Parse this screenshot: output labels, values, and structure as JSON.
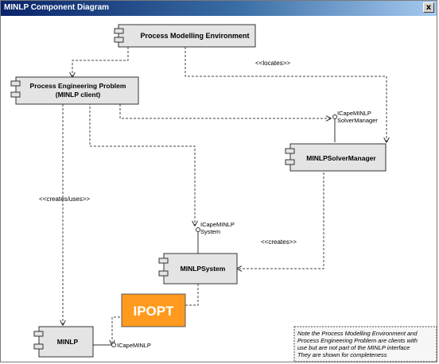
{
  "window": {
    "title": "MINLP Component Diagram",
    "close_glyph": "x"
  },
  "components": {
    "process_modelling_environment": "Process Modelling Environment",
    "process_engineering_problem_line1": "Process Engineering Problem",
    "process_engineering_problem_line2": "(MINLP client)",
    "minlp_solver_manager": "MINLPSolverManager",
    "minlp_system": "MINLPSystem",
    "minlp": "MINLP",
    "ipopt": "IPOPT"
  },
  "connector_labels": {
    "locates": "<<locates>>",
    "creates_uses": "<<creates/uses>>",
    "creates": "<<creates>>"
  },
  "interfaces": {
    "solver_manager_line1": "ICapeMINLP",
    "solver_manager_line2": "SolverManager",
    "system_line1": "ICapeMINLP",
    "system_line2": "System",
    "minlp": "ICapeMINLP"
  },
  "note": {
    "lines": [
      "Note the Process Modelling Environment and",
      "Process Engineering Problem are clients with",
      "use but are not part of the MINLP interface",
      "They are shown for completeness"
    ]
  },
  "colors": {
    "component_fill": "#e4e4e4",
    "ipopt_fill": "#ff9a1e",
    "ipopt_text": "#ffffff",
    "note_fill": "#f6f6f6"
  }
}
